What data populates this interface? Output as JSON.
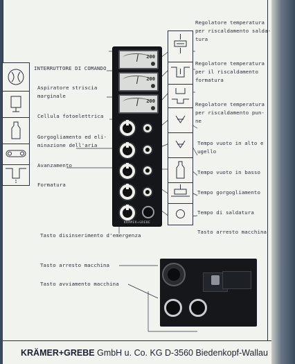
{
  "left_labels": [
    {
      "id": "interruttore",
      "lines": [
        "INTERRUTTORE DI COMANDO"
      ]
    },
    {
      "id": "aspiratore",
      "lines": [
        "Aspiratore striscia",
        "marginale"
      ]
    },
    {
      "id": "cellula",
      "lines": [
        "Cellula fotoelettrica"
      ]
    },
    {
      "id": "gorgogliamento-eliminazione",
      "lines": [
        "Gorgogliamento ed eli-",
        "minazione dell'aria"
      ]
    },
    {
      "id": "avanzamento",
      "lines": [
        "Avanzamento"
      ]
    },
    {
      "id": "formatura",
      "lines": [
        "Formatura"
      ]
    }
  ],
  "right_labels": [
    {
      "id": "reg-temp-saldatura",
      "lines": [
        "Regolatore temperatura",
        "per riscaldamento salda-",
        "tura"
      ]
    },
    {
      "id": "reg-temp-formatura",
      "lines": [
        "Regolatore temperatura",
        "per il riscaldamento",
        "formatura"
      ]
    },
    {
      "id": "reg-temp-punzone",
      "lines": [
        "Regolatore temperatura",
        "per riscaldamento pun-",
        "ne"
      ]
    },
    {
      "id": "tempo-vuoto-alto",
      "lines": [
        "Tempo vuoto in alto e",
        "ugello"
      ]
    },
    {
      "id": "tempo-vuoto-basso",
      "lines": [
        "Tempo vuoto in basso"
      ]
    },
    {
      "id": "tempo-gorgogliamento",
      "lines": [
        "Tempo gorgogliamento"
      ]
    },
    {
      "id": "tempo-saldatura",
      "lines": [
        "Tempo di saldatura"
      ]
    },
    {
      "id": "tasto-arresto",
      "lines": [
        "Tasto arresto macchina"
      ]
    }
  ],
  "bottom_labels": {
    "disinserimento": "Tasto disinserimento d'emergenza",
    "arresto": "Tasto arresto macchina",
    "avviamento": "Tasto avviamento macchina"
  },
  "panel": {
    "meters": [
      "200",
      "200",
      "200"
    ],
    "brand": "KRÄMER+GREBE"
  },
  "footer": {
    "company_bold": "KRÄMER+GREBE",
    "company_rest": " GmbH u. Co. KG",
    "address": "D-3560 Biedenkopf-Wallau"
  },
  "icons_left": [
    "fan-icon",
    "photocell-icon",
    "bottle-icon",
    "conveyor-icon",
    "forming-icon"
  ],
  "icons_right": [
    "heater-icon",
    "forming-heater-icon",
    "punch-heater-icon",
    "vacuum-up-icon",
    "vacuum-down-icon",
    "bottle-icon",
    "sealing-icon",
    "stop-circle-icon"
  ]
}
